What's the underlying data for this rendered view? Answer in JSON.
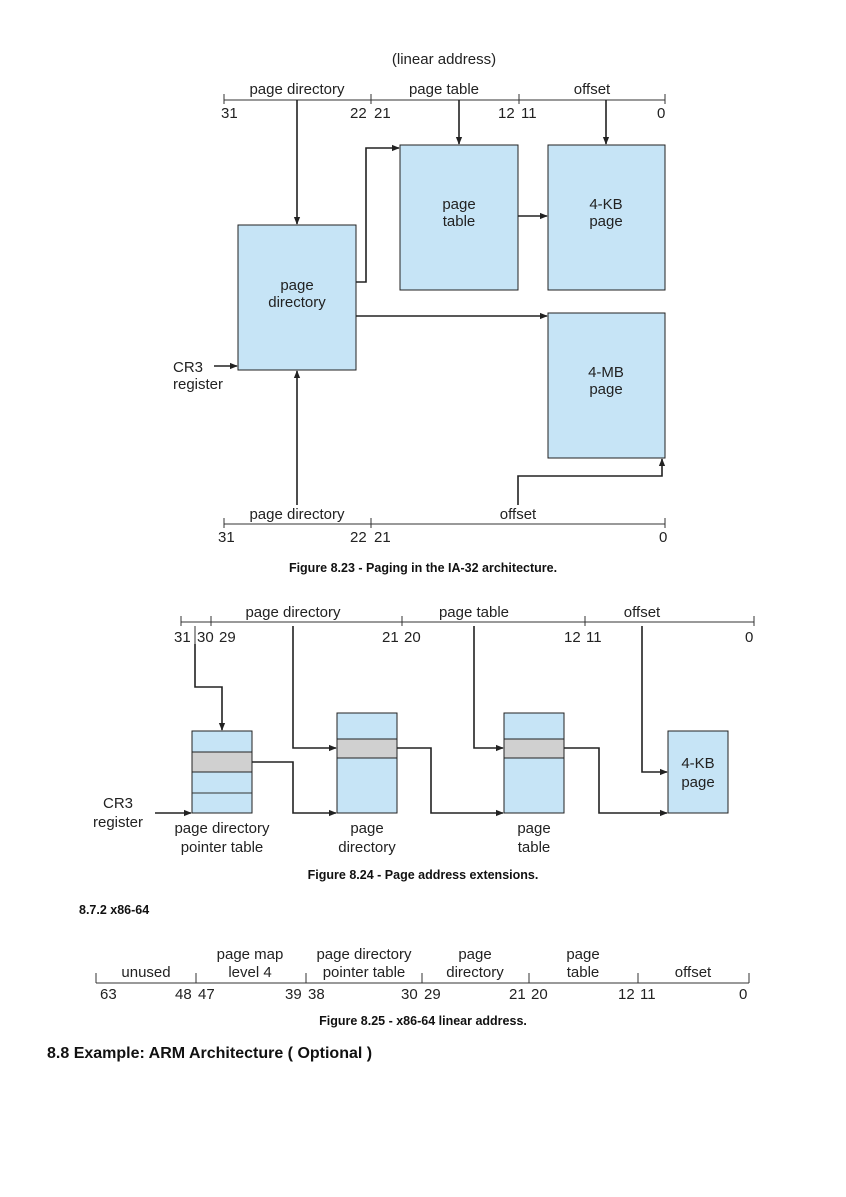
{
  "fig23": {
    "linear_address": "(linear address)",
    "top_fields": [
      "page directory",
      "page table",
      "offset"
    ],
    "top_bits": [
      "31",
      "22",
      "21",
      "12",
      "11",
      "0"
    ],
    "page_table_box": [
      "page",
      "table"
    ],
    "kb_page_box": [
      "4-KB",
      "page"
    ],
    "page_dir_box": [
      "page",
      "directory"
    ],
    "mb_page_box": [
      "4-MB",
      "page"
    ],
    "cr3": [
      "CR3",
      "register"
    ],
    "bottom_fields": [
      "page directory",
      "offset"
    ],
    "bottom_bits": [
      "31",
      "22",
      "21",
      "0"
    ],
    "caption": "Figure 8.23 - Paging in the IA-32 architecture."
  },
  "fig24": {
    "fields": [
      "page directory",
      "page table",
      "offset"
    ],
    "bits": [
      "31",
      "30",
      "29",
      "21",
      "20",
      "12",
      "11",
      "0"
    ],
    "pdpt_label": [
      "page directory",
      "pointer table"
    ],
    "pd_label": [
      "page",
      "directory"
    ],
    "pt_label": [
      "page",
      "table"
    ],
    "page_box": [
      "4-KB",
      "page"
    ],
    "cr3": [
      "CR3",
      "register"
    ],
    "caption": "Figure 8.24 - Page address extensions."
  },
  "sub_heading": "8.7.2 x86-64",
  "fig25": {
    "fields": [
      [
        "unused"
      ],
      [
        "page map",
        "level 4"
      ],
      [
        "page directory",
        "pointer table"
      ],
      [
        "page",
        "directory"
      ],
      [
        "page",
        "table"
      ],
      [
        "offset"
      ]
    ],
    "bits": [
      "63",
      "48",
      "47",
      "39",
      "38",
      "30",
      "29",
      "21",
      "20",
      "12",
      "11",
      "0"
    ],
    "caption": "Figure 8.25 - x86-64 linear address."
  },
  "section_heading": "8.8 Example: ARM Architecture ( Optional )"
}
